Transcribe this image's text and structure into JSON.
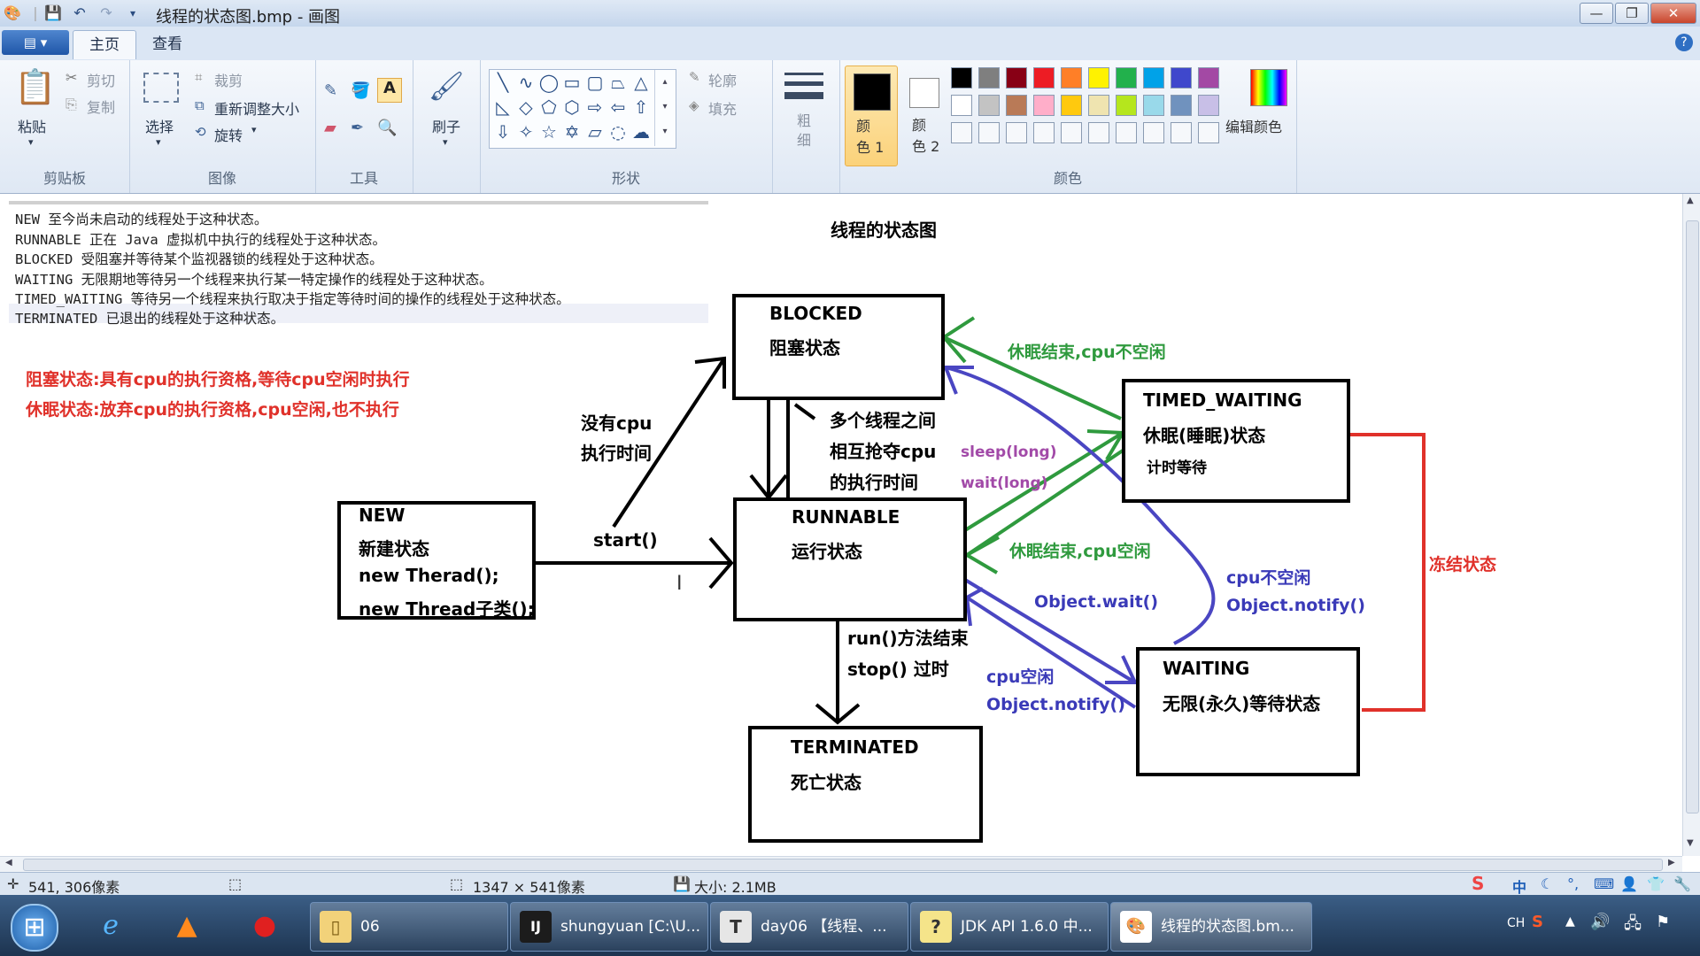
{
  "window": {
    "title": "线程的状态图.bmp - 画图",
    "min": "—",
    "max": "❐",
    "close": "✕"
  },
  "ribbon": {
    "file_menu": "▤ ▾",
    "tabs": [
      "主页",
      "查看"
    ],
    "clipboard": {
      "paste": "粘贴",
      "cut": "剪切",
      "copy": "复制",
      "label": "剪贴板"
    },
    "image": {
      "select": "选择",
      "crop": "裁剪",
      "resize": "重新调整大小",
      "rotate": "旋转",
      "label": "图像"
    },
    "tools": {
      "label": "工具"
    },
    "brushes": {
      "label": "刷子"
    },
    "shapes": {
      "outline": "轮廓",
      "fill": "填充",
      "label": "形状"
    },
    "size": {
      "label": "粗\n细"
    },
    "colors": {
      "color1": "颜\n色 1",
      "color2": "颜\n色 2",
      "edit": "编辑颜色",
      "label": "颜色",
      "row1": [
        "#000000",
        "#7f7f7f",
        "#880015",
        "#ed1c24",
        "#ff7f27",
        "#fff200",
        "#22b14c",
        "#00a2e8",
        "#3f48cc",
        "#a349a4"
      ],
      "row2": [
        "#ffffff",
        "#c3c3c3",
        "#b97a57",
        "#ffaec9",
        "#ffc90e",
        "#efe4b0",
        "#b5e61d",
        "#99d9ea",
        "#7092be",
        "#c8bfe7"
      ]
    }
  },
  "canvas": {
    "definitions": [
      "NEW 至今尚未启动的线程处于这种状态。",
      "RUNNABLE 正在 Java 虚拟机中执行的线程处于这种状态。",
      "BLOCKED 受阻塞并等待某个监视器锁的线程处于这种状态。",
      "WAITING 无限期地等待另一个线程来执行某一特定操作的线程处于这种状态。",
      "TIMED_WAITING 等待另一个线程来执行取决于指定等待时间的操作的线程处于这种状态。",
      "TERMINATED 已退出的线程处于这种状态。"
    ],
    "title": "线程的状态图",
    "notes": [
      "阻塞状态:具有cpu的执行资格,等待cpu空闲时执行",
      "休眠状态:放弃cpu的执行资格,cpu空闲,也不执行"
    ],
    "states": {
      "new": {
        "name": "NEW",
        "desc": "新建状态",
        "line3": "new Therad();",
        "line4": "new Thread子类();"
      },
      "blocked": {
        "name": "BLOCKED",
        "desc": "阻塞状态"
      },
      "runnable": {
        "name": "RUNNABLE",
        "desc": "运行状态"
      },
      "timed_waiting": {
        "name": "TIMED_WAITING",
        "desc": "休眠(睡眠)状态",
        "sub": "计时等待"
      },
      "waiting": {
        "name": "WAITING",
        "desc": "无限(永久)等待状态"
      },
      "terminated": {
        "name": "TERMINATED",
        "desc": "死亡状态"
      }
    },
    "labels": {
      "start": "start()",
      "no_cpu_1": "没有cpu",
      "no_cpu_2": "执行时间",
      "compete_1": "多个线程之间",
      "compete_2": "相互抢夺cpu",
      "compete_3": "的执行时间",
      "sleep_end_busy": "休眠结束,cpu不空闲",
      "sleep_long": "sleep(long)",
      "wait_long": "wait(long)",
      "sleep_end_free": "休眠结束,cpu空闲",
      "object_wait": "Object.wait()",
      "cpu_busy": "cpu不空闲",
      "notify_1": "Object.notify()",
      "cpu_free": "cpu空闲",
      "notify_2": "Object.notify()",
      "run_end": "run()方法结束",
      "stop": "stop() 过时",
      "frozen": "冻结状态"
    }
  },
  "statusbar": {
    "cursor": "541, 306像素",
    "dims": "1347 × 541像素",
    "size": "大小: 2.1MB"
  },
  "taskbar": {
    "tasks": [
      "06",
      "shungyuan [C:\\U...",
      "day06 【线程、...",
      "JDK API 1.6.0 中...",
      "线程的状态图.bm..."
    ],
    "tray_lang": "CH",
    "ime": "中"
  }
}
